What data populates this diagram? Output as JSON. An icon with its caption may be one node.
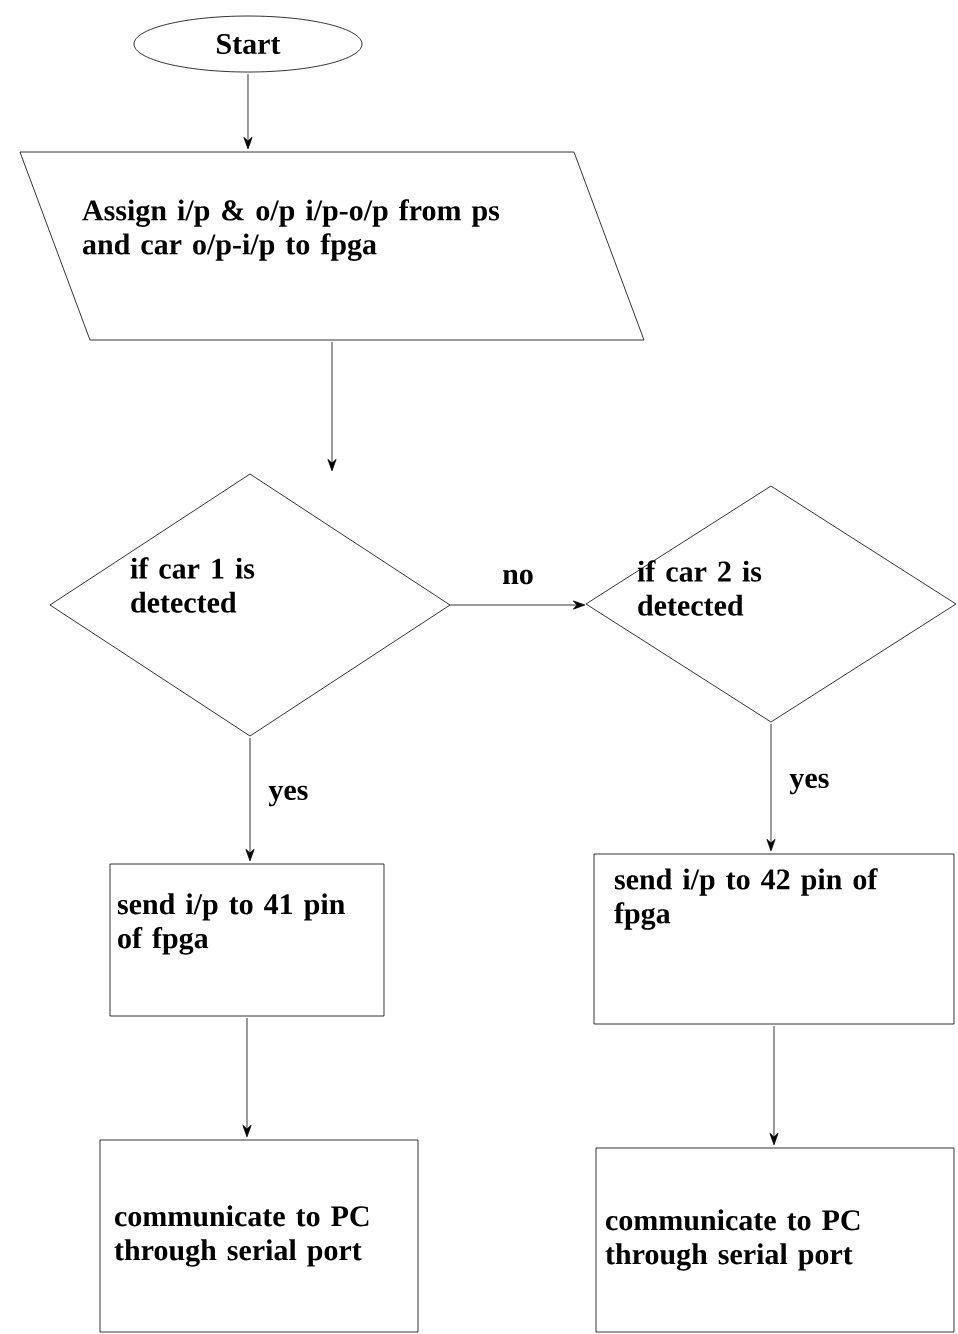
{
  "diagram": {
    "nodes": [
      {
        "text": [
          "Start"
        ]
      },
      {
        "text": [
          "Assign i/p & o/p i/p-o/p from ps and car o/p-i/p to fpga"
        ]
      },
      {
        "text": [
          "if car 1 is detected"
        ]
      },
      {
        "text": [
          "if car 2 is detected"
        ]
      },
      {
        "text": [
          "send i/p to 41 pin of fpga"
        ]
      },
      {
        "text": [
          "send i/p to 42 pin of fpga"
        ]
      },
      {
        "text": [
          "communicate to PC through serial port"
        ]
      },
      {
        "text": [
          "communicate to PC through serial port"
        ]
      }
    ],
    "edges": [
      {
        "from": 0,
        "to": 1,
        "arrow": "to"
      },
      {
        "from": 1,
        "to": 2,
        "arrow": "to"
      },
      {
        "from": 2,
        "to": 3,
        "arrow": "to",
        "label": "no"
      },
      {
        "from": 2,
        "to": 4,
        "arrow": "to",
        "label": "yes"
      },
      {
        "from": 3,
        "to": 5,
        "arrow": "to",
        "label": "yes"
      },
      {
        "from": 4,
        "to": 6,
        "arrow": "to"
      },
      {
        "from": 5,
        "to": 7,
        "arrow": "to"
      }
    ]
  }
}
